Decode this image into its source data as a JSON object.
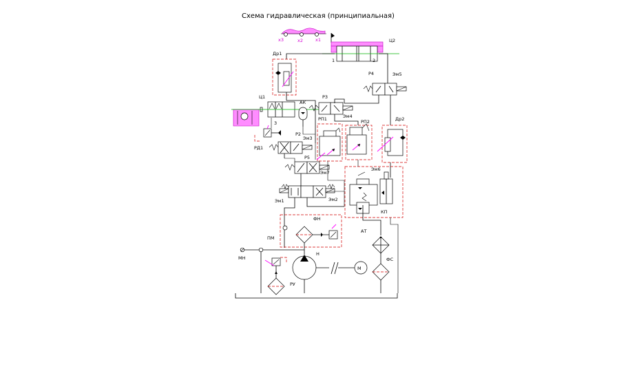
{
  "diagram": {
    "title": "Схема гидравлическая (принципиальная)",
    "labels": {
      "c2": "Ц2",
      "c1": "Ц1",
      "dr1": "Др1",
      "dr2": "Др2",
      "r2": "Р2",
      "r3": "Р3",
      "r4": "Р4",
      "r5": "Р5",
      "rp1": "РП1",
      "rp2": "РП2",
      "rd1": "РД1",
      "em1": "Эм1",
      "em2": "Эм2",
      "em3": "Эм3",
      "em4": "Эм4",
      "em5": "Эм5",
      "em6": "Эм6",
      "em7": "Эм7",
      "ak": "АК",
      "kp": "КП",
      "fn": "ФН",
      "fs": "ФС",
      "at": "АТ",
      "pm": "ПМ",
      "mn": "МН",
      "n": "Н",
      "motor": "М",
      "ru": "РУ",
      "port1": "1",
      "port2": "2",
      "port3": "3",
      "x1": "x1",
      "x2": "x2",
      "x3": "x3"
    },
    "colors": {
      "lines": "#000000",
      "assembly_boundary": "#d40000",
      "axis": "#00b000",
      "part_fill": "#ff8cff",
      "adjustment_arrow": "#ff00ff"
    },
    "icons": [
      "hydraulic-pump-icon",
      "electric-motor-icon",
      "filter-icon",
      "check-valve-icon",
      "solenoid-valve-icon",
      "hydraulic-cylinder-icon",
      "pressure-gauge-icon"
    ]
  }
}
